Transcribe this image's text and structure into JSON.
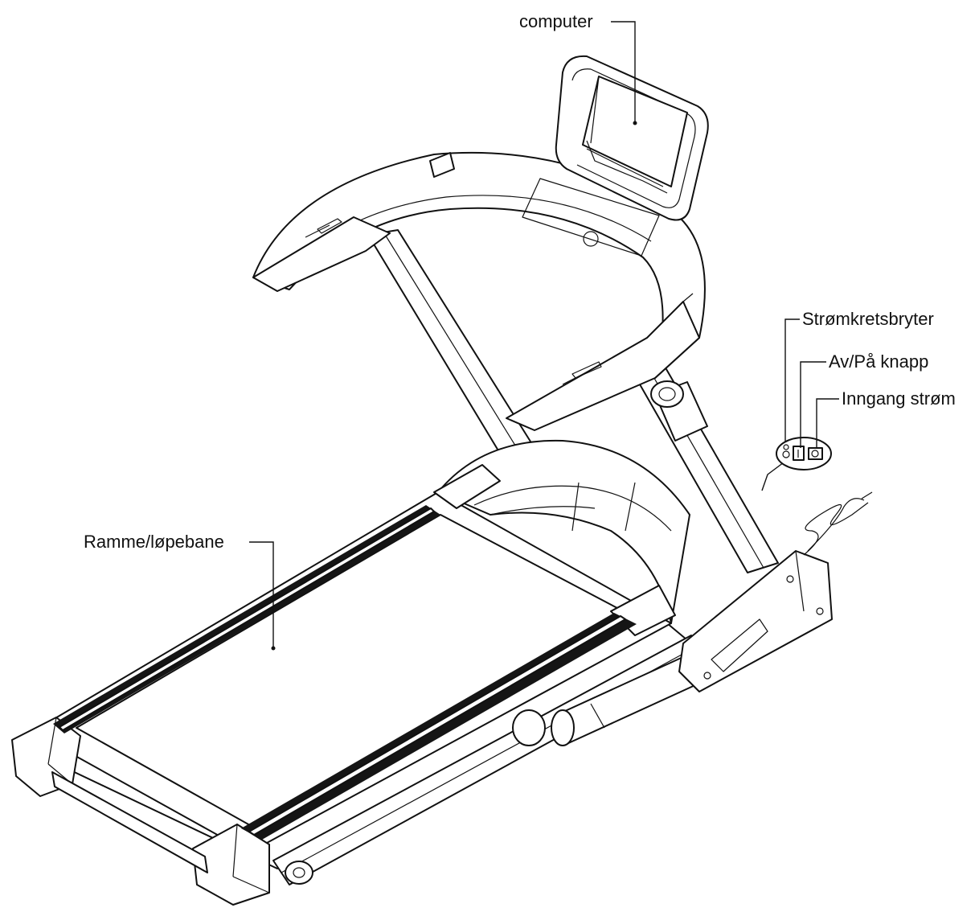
{
  "labels": {
    "computer": "computer",
    "breaker": "Strømkretsbryter",
    "power_switch": "Av/På knapp",
    "power_input": "Inngang strøm",
    "frame_belt": "Ramme/løpebane"
  }
}
